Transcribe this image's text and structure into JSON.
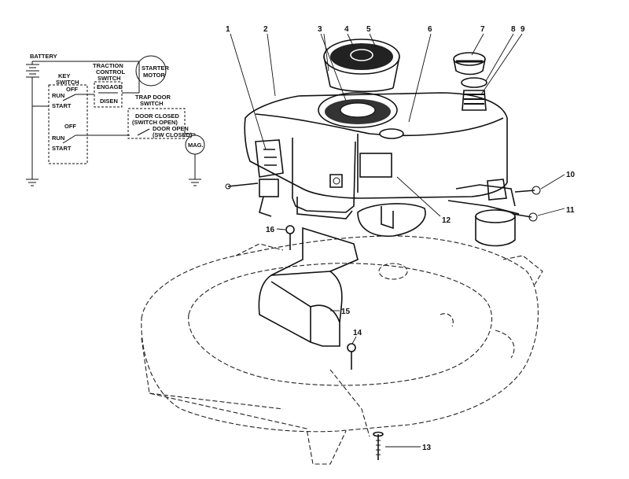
{
  "wiring": {
    "battery": "BATTERY",
    "key_switch": [
      "KEY",
      "SWITCH"
    ],
    "off_upper": "OFF",
    "run_upper": "RUN",
    "start_upper": "START",
    "off_lower": "OFF",
    "run_lower": "RUN",
    "start_lower": "START",
    "traction": [
      "TRACTION",
      "CONTROL",
      "SWITCH"
    ],
    "engage": "ENGAGE",
    "disen": "DISEN",
    "starter_motor": [
      "STARTER",
      "MOTOR"
    ],
    "trap_door": [
      "TRAP DOOR",
      "SWITCH"
    ],
    "door_closed": [
      "DOOR CLOSED",
      "(SWITCH OPEN)"
    ],
    "door_open": [
      "DOOR OPEN",
      "(SW CLOSED)"
    ],
    "mag": "MAG."
  },
  "parts": [
    {
      "num": "1"
    },
    {
      "num": "2"
    },
    {
      "num": "3"
    },
    {
      "num": "4"
    },
    {
      "num": "5"
    },
    {
      "num": "6"
    },
    {
      "num": "7"
    },
    {
      "num": "8"
    },
    {
      "num": "9"
    },
    {
      "num": "10"
    },
    {
      "num": "11"
    },
    {
      "num": "12"
    },
    {
      "num": "13"
    },
    {
      "num": "14"
    },
    {
      "num": "15"
    },
    {
      "num": "16"
    }
  ]
}
